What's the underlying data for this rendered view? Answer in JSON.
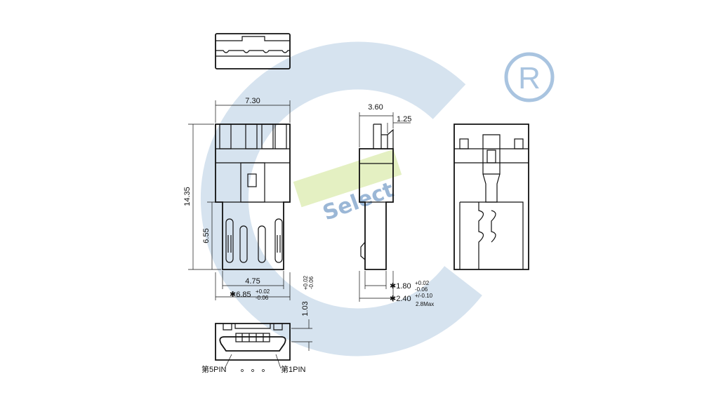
{
  "drawing": {
    "watermark_text": "Select",
    "registered_mark": "R",
    "colors": {
      "watermark_blue": "#d6e3ef",
      "watermark_green": "#e4f0c2",
      "mark_blue": "#a9c4e0",
      "text_blue": "#9bb7d6",
      "line": "#111111"
    },
    "front_view": {
      "width_label": "7.30",
      "height_label": "14.35",
      "plug_length_label": "6.55",
      "plug_width_label": "4.75",
      "tolerance_width_main": "✱6.85",
      "tolerance_width_plus": "+0.02",
      "tolerance_width_minus": "-0.06"
    },
    "side_view": {
      "top_label": "3.60",
      "tab_label": "1.25",
      "tol1_main": "✱1.80",
      "tol1_plus": "+0.02",
      "tol1_minus": "-0.06",
      "tol2_main": "✱2.40",
      "tol2_tol": "+/-0.10",
      "max_label": "2.8Max"
    },
    "bottom_view": {
      "height_main": "1.03",
      "height_plus": "+0.02",
      "height_minus": "-0.06",
      "pin5_label": "第5PIN",
      "pin1_label": "第1PIN"
    }
  }
}
